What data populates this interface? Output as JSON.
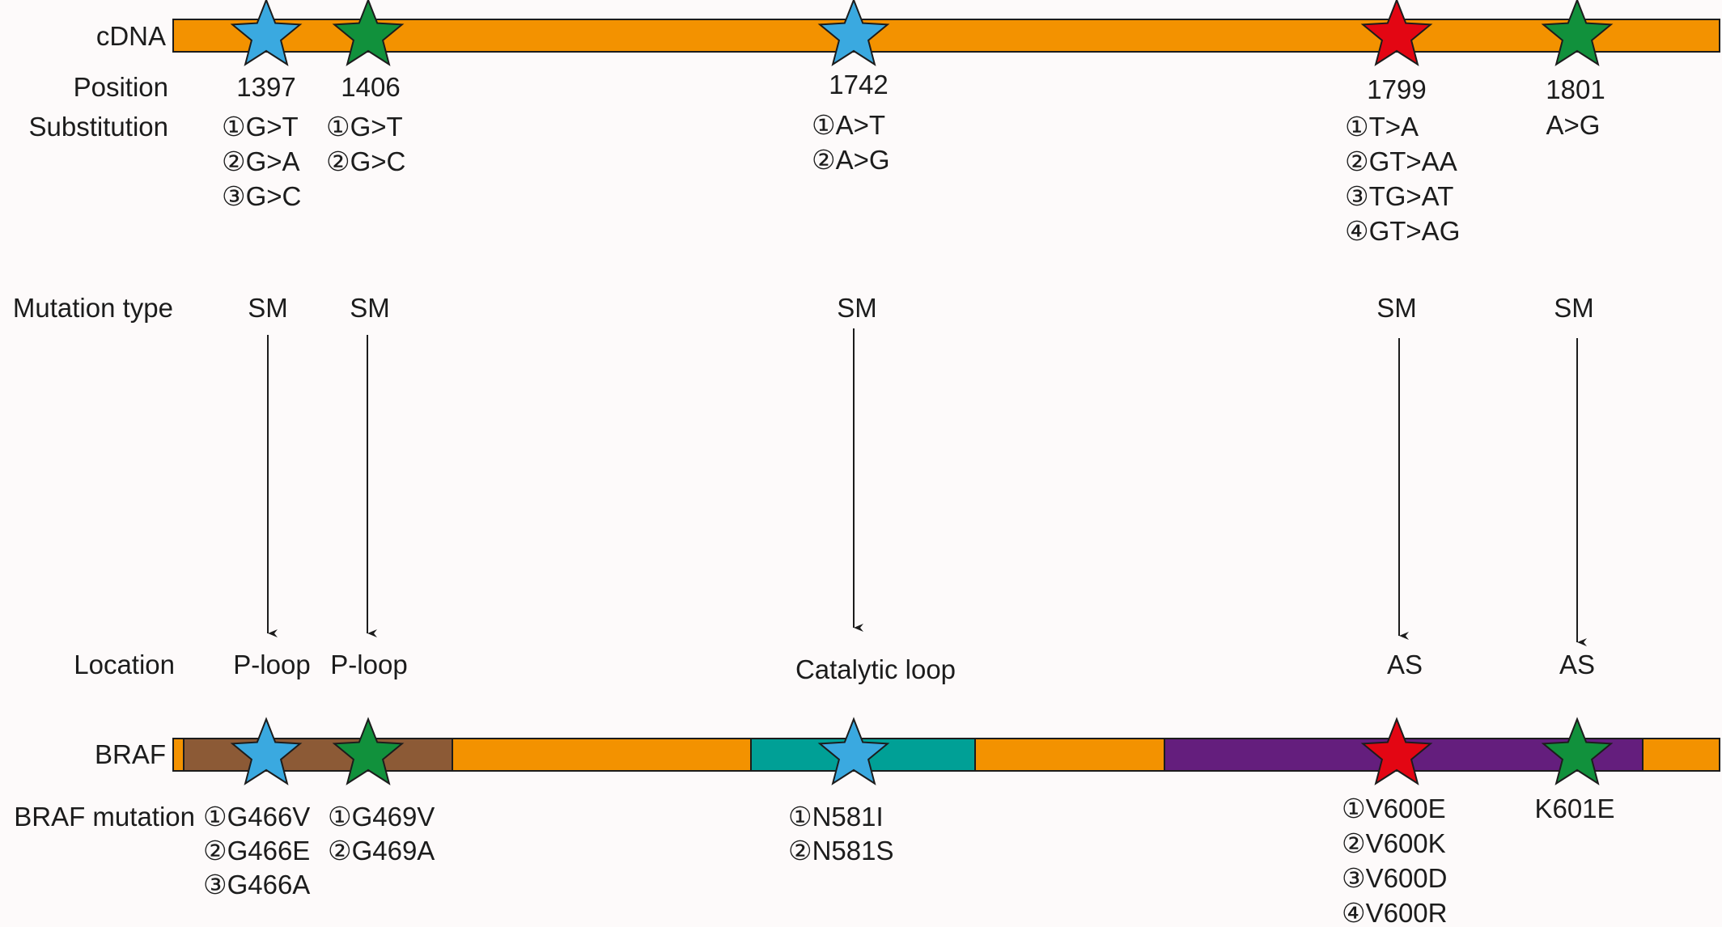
{
  "colors": {
    "background": "#fdfafa",
    "orange": "#f39200",
    "brown": "#8c5a36",
    "teal": "#00a096",
    "purple": "#641e7d",
    "star_blue": "#3aa9e0",
    "star_green": "#11913c",
    "star_red": "#e30613",
    "outline": "#1c1c1c"
  },
  "labels": {
    "cdna": "cDNA",
    "position": "Position",
    "substitution": "Substitution",
    "mutation_type": "Mutation type",
    "location": "Location",
    "braf": "BRAF",
    "braf_mutation": "BRAF mutation"
  },
  "sites": [
    {
      "id": "1397",
      "star_color": "blue",
      "position": "1397",
      "substitutions": [
        "①G>T",
        "②G>A",
        "③G>C"
      ],
      "mutation_type": "SM",
      "location": "P-loop",
      "braf_mutations": [
        "①G466V",
        "②G466E",
        "③G466A"
      ]
    },
    {
      "id": "1406",
      "star_color": "green",
      "position": "1406",
      "substitutions": [
        "①G>T",
        "②G>C"
      ],
      "mutation_type": "SM",
      "location": "P-loop",
      "braf_mutations": [
        "①G469V",
        "②G469A"
      ]
    },
    {
      "id": "1742",
      "star_color": "blue",
      "position": "1742",
      "substitutions": [
        "①A>T",
        "②A>G"
      ],
      "mutation_type": "SM",
      "location": "Catalytic loop",
      "braf_mutations": [
        "①N581I",
        "②N581S"
      ]
    },
    {
      "id": "1799",
      "star_color": "red",
      "position": "1799",
      "substitutions": [
        "①T>A",
        "②GT>AA",
        "③TG>AT",
        "④GT>AG"
      ],
      "mutation_type": "SM",
      "location": "AS",
      "braf_mutations": [
        "①V600E",
        "②V600K",
        "③V600D",
        "④V600R"
      ]
    },
    {
      "id": "1801",
      "star_color": "green",
      "position": "1801",
      "substitutions": [
        "A>G"
      ],
      "mutation_type": "SM",
      "location": "AS",
      "braf_mutations": [
        "K601E"
      ]
    }
  ],
  "braf_domains": [
    {
      "name": "orange-segment",
      "color": "orange"
    },
    {
      "name": "p-loop-domain",
      "color": "brown"
    },
    {
      "name": "orange-segment",
      "color": "orange"
    },
    {
      "name": "catalytic-loop-domain",
      "color": "teal"
    },
    {
      "name": "orange-segment",
      "color": "orange"
    },
    {
      "name": "activation-segment-domain",
      "color": "purple"
    },
    {
      "name": "orange-segment",
      "color": "orange"
    }
  ]
}
